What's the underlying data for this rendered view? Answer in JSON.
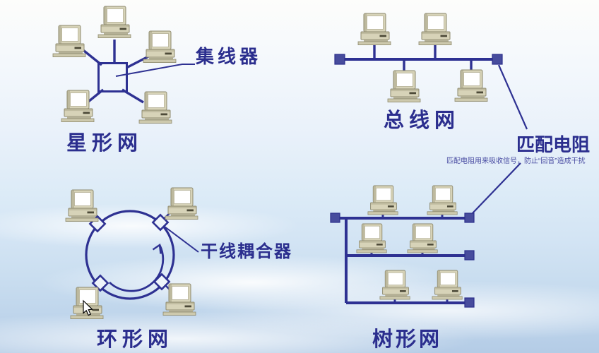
{
  "diagram_title_present": false,
  "colors": {
    "line": "#2e3192",
    "label_text": "#2b2e8e",
    "terminator_fill": "#474c9d",
    "computer_body": "#d7d3b8",
    "computer_screen": "#ffffff",
    "note_text": "#4649a0",
    "background_top": "#fdfdfb",
    "background_bottom": "#b4cce6"
  },
  "icons": {
    "computer": "desktop-computer-icon",
    "cursor": "mouse-cursor-icon",
    "hub": "hub-box",
    "terminator": "terminator-square",
    "coupler": "coupler-diamond"
  },
  "sections": {
    "star": {
      "label": "星形网",
      "hub_label": "集线器",
      "computer_count": 5
    },
    "bus": {
      "label": "总线网",
      "computer_count": 4,
      "terminator_count": 2
    },
    "ring": {
      "label": "环形网",
      "coupler_label": "干线耦合器",
      "computer_count": 4,
      "coupler_count": 4
    },
    "tree": {
      "label": "树形网",
      "computer_count": 6,
      "terminator_count": 4,
      "branch_count": 3
    },
    "resistor": {
      "label": "匹配电阻",
      "note": "匹配电阻用来吸收信号，防止“回音”造成干扰"
    }
  }
}
